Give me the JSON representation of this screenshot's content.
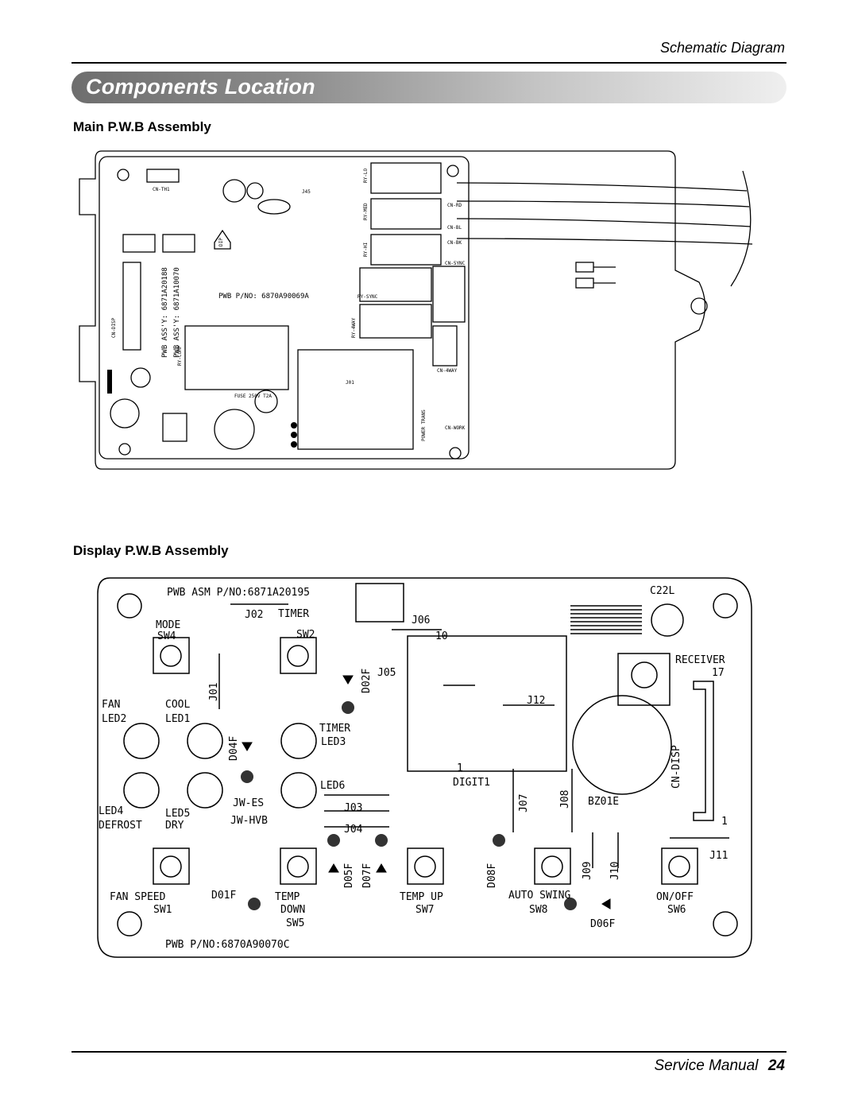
{
  "header": {
    "section": "Schematic Diagram"
  },
  "banner": {
    "title": "Components Location"
  },
  "main_pwb": {
    "title": "Main P.W.B Assembly",
    "labels": {
      "pwb_pno": "PWB P/NO: 6870A90069A",
      "assy1": "PWB ASS'Y: 6871A20188",
      "assy2": "PWB ASS'Y: 6871A10070",
      "dip": "DIP",
      "fuse": "FUSE 250V T2A",
      "cn_th1": "CN-TH1",
      "cn_rd": "CN-RD",
      "cn_bl": "CN-BL",
      "cn_bk": "CN-BK",
      "cn_sync": "CN-SYNC",
      "cn_4way": "CN-4WAY",
      "cn_work": "CN-WORK",
      "cn_disp": "CN-DISP",
      "power_trans": "POWER TRANS",
      "j45": "J45",
      "j01": "J01",
      "ry_lo": "RY-LO",
      "ry_med": "RY-MED",
      "ry_hi": "RY-HI",
      "ry_sync": "RY-SYNC",
      "ry_4way": "RY-4WAY",
      "ry_comp": "RY-COMP"
    }
  },
  "display_pwb": {
    "title": "Display P.W.B Assembly",
    "labels": {
      "asm_pno": "PWB ASM P/NO:6871A20195",
      "pwb_pno": "PWB P/NO:6870A90070C",
      "c22l": "C22L",
      "mode": "MODE",
      "sw4": "SW4",
      "j02": "J02",
      "timer": "TIMER",
      "sw2": "SW2",
      "j06": "J06",
      "ten": "10",
      "receiver": "RECEIVER",
      "seventeen": "17",
      "j01": "J01",
      "d02f": "D02F",
      "j05": "J05",
      "fan": "FAN",
      "cool": "COOL",
      "led2": "LED2",
      "led1": "LED1",
      "j12": "J12",
      "timer2": "TIMER",
      "led3": "LED3",
      "d04f": "D04F",
      "cn_disp": "CN-DISP",
      "one_a": "1",
      "digit1": "DIGIT1",
      "led6": "LED6",
      "jw_es": "JW-ES",
      "bz01e": "BZ01E",
      "j07": "J07",
      "j08": "J08",
      "led4": "LED4",
      "led5": "LED5",
      "j03": "J03",
      "defrost": "DEFROST",
      "dry": "DRY",
      "jw_hvb": "JW-HVB",
      "j04": "J04",
      "one_b": "1",
      "j11": "J11",
      "d05f": "D05F",
      "d07f": "D07F",
      "d08f": "D08F",
      "j09": "J09",
      "j10": "J10",
      "fan_speed": "FAN SPEED",
      "sw1": "SW1",
      "d01f": "D01F",
      "temp": "TEMP",
      "down": "DOWN",
      "sw5": "SW5",
      "temp_up": "TEMP UP",
      "sw7": "SW7",
      "auto_swing": "AUTO SWING",
      "sw8": "SW8",
      "d06f": "D06F",
      "on_off": "ON/OFF",
      "sw6": "SW6"
    }
  },
  "footer": {
    "label": "Service Manual",
    "page": "24"
  }
}
